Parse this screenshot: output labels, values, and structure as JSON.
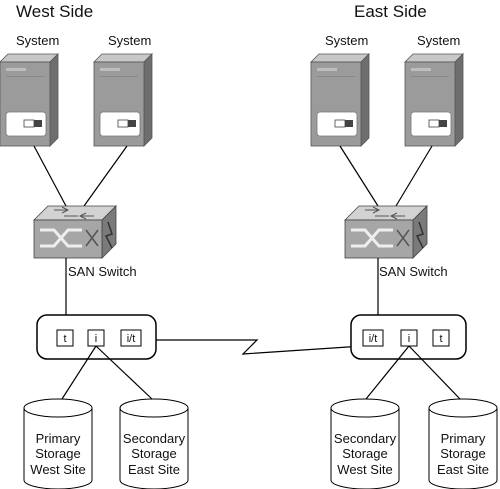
{
  "west": {
    "title": "West Side",
    "system_left": "System",
    "system_right": "System",
    "switch_label": "SAN Switch",
    "ports": [
      "t",
      "i",
      "i/t"
    ],
    "disk_left": [
      "Primary",
      "Storage",
      "West Site"
    ],
    "disk_right": [
      "Secondary",
      "Storage",
      "East Site"
    ]
  },
  "east": {
    "title": "East Side",
    "system_left": "System",
    "system_right": "System",
    "switch_label": "SAN Switch",
    "ports": [
      "i/t",
      "i",
      "t"
    ],
    "disk_left": [
      "Secondary",
      "Storage",
      "West Site"
    ],
    "disk_right": [
      "Primary",
      "Storage",
      "East Site"
    ]
  },
  "colors": {
    "server_body": "#9b9b9b",
    "server_light": "#c8c8c8",
    "server_dark": "#6e6e6e",
    "switch_body": "#a6a6a6",
    "line": "#000000"
  }
}
